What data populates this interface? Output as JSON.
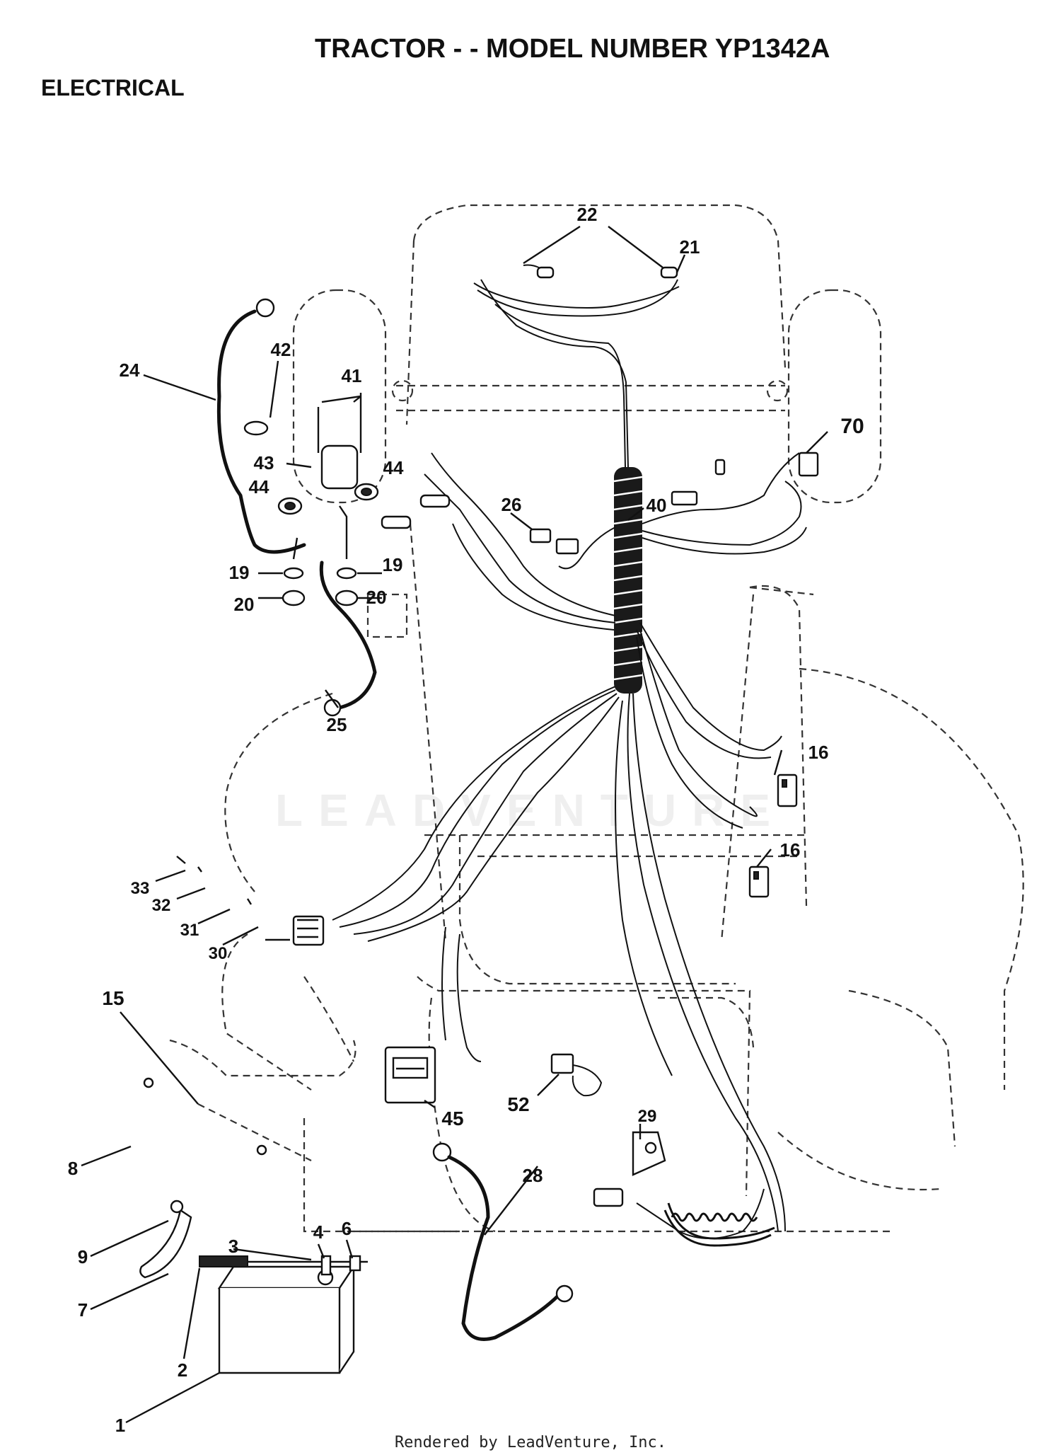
{
  "header": {
    "title": "TRACTOR - - MODEL NUMBER YP1342A",
    "section": "ELECTRICAL"
  },
  "watermark": "LEADVENTURE",
  "footer": "Rendered by LeadVenture, Inc.",
  "part_labels": {
    "p1": "1",
    "p2": "2",
    "p3": "3",
    "p4": "4",
    "p6": "6",
    "p7": "7",
    "p8": "8",
    "p9": "9",
    "p15": "15",
    "p16a": "16",
    "p16b": "16",
    "p19a": "19",
    "p19b": "19",
    "p20a": "20",
    "p20b": "20",
    "p21": "21",
    "p22": "22",
    "p24": "24",
    "p25": "25",
    "p26": "26",
    "p28": "28",
    "p29": "29",
    "p30": "30",
    "p31": "31",
    "p32": "32",
    "p33": "33",
    "p40": "40",
    "p41": "41",
    "p42": "42",
    "p43": "43",
    "p44a": "44",
    "p44b": "44",
    "p45": "45",
    "p52": "52",
    "p70": "70"
  }
}
